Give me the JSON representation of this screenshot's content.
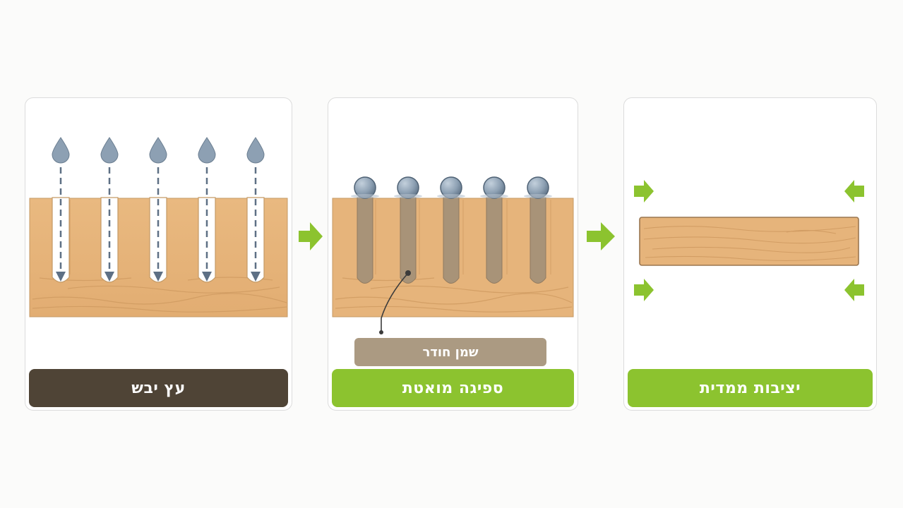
{
  "panels": [
    {
      "caption": "עץ יבש",
      "stage": "dry-wood"
    },
    {
      "caption": "ספיגה מואטת",
      "stage": "slowed-absorption"
    },
    {
      "caption": "יציבות ממדית",
      "stage": "dimensional-stability"
    }
  ],
  "oil_label": "שמן חודר",
  "colors": {
    "wood": "#e7b57c",
    "wood_grain": "#c98f53",
    "water_drop": "#8da0b3",
    "arrow_gray": "#5e7085",
    "oil": "#a89378",
    "green": "#8cc32f",
    "dark_caption": "#4f4436"
  },
  "icons": [
    "water-drop-icon",
    "down-arrow-icon",
    "oil-bead-icon",
    "green-arrow-icon"
  ]
}
